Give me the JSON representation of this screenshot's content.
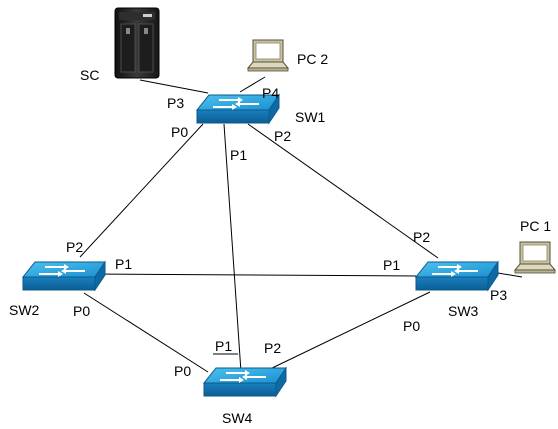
{
  "devices": {
    "sw1": {
      "name": "SW1",
      "ports": {
        "p0": "P0",
        "p1": "P1",
        "p2": "P2",
        "p3": "P3",
        "p4": "P4"
      }
    },
    "sw2": {
      "name": "SW2",
      "ports": {
        "p0": "P0",
        "p1": "P1",
        "p2": "P2"
      }
    },
    "sw3": {
      "name": "SW3",
      "ports": {
        "p0": "P0",
        "p1": "P1",
        "p2": "P2",
        "p3": "P3"
      }
    },
    "sw4": {
      "name": "SW4",
      "ports": {
        "p0": "P0",
        "p1": "P1",
        "p2": "P2"
      }
    },
    "sc": {
      "name": "SC"
    },
    "pc1": {
      "name": "PC 1"
    },
    "pc2": {
      "name": "PC 2"
    }
  },
  "colors": {
    "switch_top": "#2aa0dc",
    "switch_side": "#1676b0",
    "switch_edge": "#0b5a8a",
    "arrow": "#ffffff",
    "server_body": "#2a2a2a",
    "laptop_body": "#d9d4b8"
  }
}
